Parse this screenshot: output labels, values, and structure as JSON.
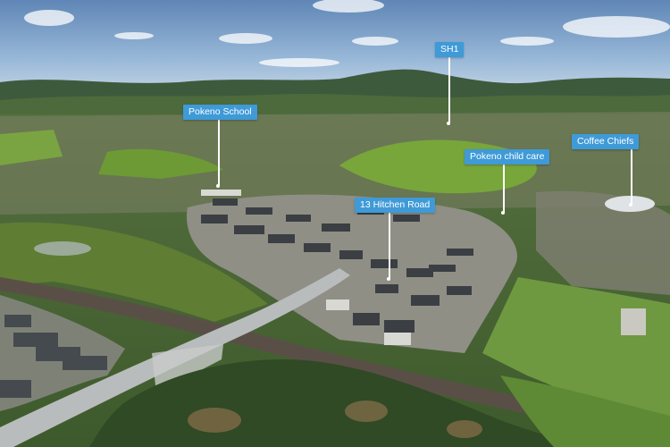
{
  "image": {
    "kind": "aerial-photo",
    "subject": "residential subdivision"
  },
  "labels": [
    {
      "id": "sh1",
      "text": "SH1"
    },
    {
      "id": "pokeno-school",
      "text": "Pokeno School"
    },
    {
      "id": "coffee-chiefs",
      "text": "Coffee Chiefs"
    },
    {
      "id": "pokeno-child-care",
      "text": "Pokeno child care"
    },
    {
      "id": "hitchen-road",
      "text": "13 Hitchen Road"
    }
  ],
  "colors": {
    "label_bg": "#3f9ad8",
    "label_text": "#ffffff",
    "sky": "#7fa4c8",
    "hills": "#3f5a3a",
    "grass": "#6f9a3c"
  }
}
